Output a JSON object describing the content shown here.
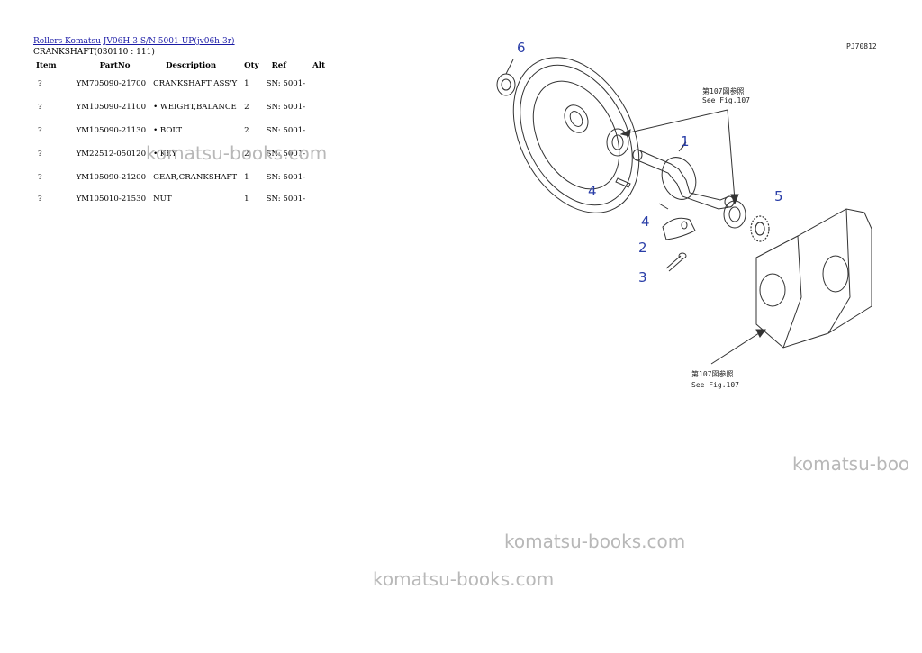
{
  "header": {
    "brand_link": "Rollers Komatsu",
    "model_link": "JV06H-3 S/N 5001-UP(jv06h-3r)",
    "section": "CRANKSHAFT(030110 : 111)"
  },
  "table": {
    "columns": [
      "Item",
      "PartNo",
      "Description",
      "Qty",
      "Ref",
      "Alt"
    ],
    "rows": [
      {
        "item": "?",
        "partno": "YM705090-21700",
        "desc": "CRANKSHAFT ASS'Y",
        "qty": "1",
        "ref": "SN: 5001-",
        "alt": ""
      },
      {
        "item": "?",
        "partno": "YM105090-21100",
        "desc": "• WEIGHT,BALANCE",
        "qty": "2",
        "ref": "SN: 5001-",
        "alt": ""
      },
      {
        "item": "?",
        "partno": "YM105090-21130",
        "desc": "• BOLT",
        "qty": "2",
        "ref": "SN: 5001-",
        "alt": ""
      },
      {
        "item": "?",
        "partno": "YM22512-050120",
        "desc": "• KEY",
        "qty": "2",
        "ref": "SN: 5001-",
        "alt": ""
      },
      {
        "item": "?",
        "partno": "YM105090-21200",
        "desc": "GEAR,CRANKSHAFT",
        "qty": "1",
        "ref": "SN: 5001-",
        "alt": ""
      },
      {
        "item": "?",
        "partno": "YM105010-21530",
        "desc": "NUT",
        "qty": "1",
        "ref": "SN: 5001-",
        "alt": ""
      }
    ]
  },
  "diagram": {
    "code": "PJ70812",
    "callouts": [
      "6",
      "1",
      "4",
      "4",
      "2",
      "3",
      "5"
    ],
    "see_top_jp": "第107図参照",
    "see_top_en": "See Fig.107",
    "see_bottom_jp": "第107図参照",
    "see_bottom_en": "See Fig.107"
  },
  "watermarks": [
    "komatsu-books.com",
    "komatsu-boo",
    "komatsu-books.com",
    "komatsu-books.com"
  ]
}
